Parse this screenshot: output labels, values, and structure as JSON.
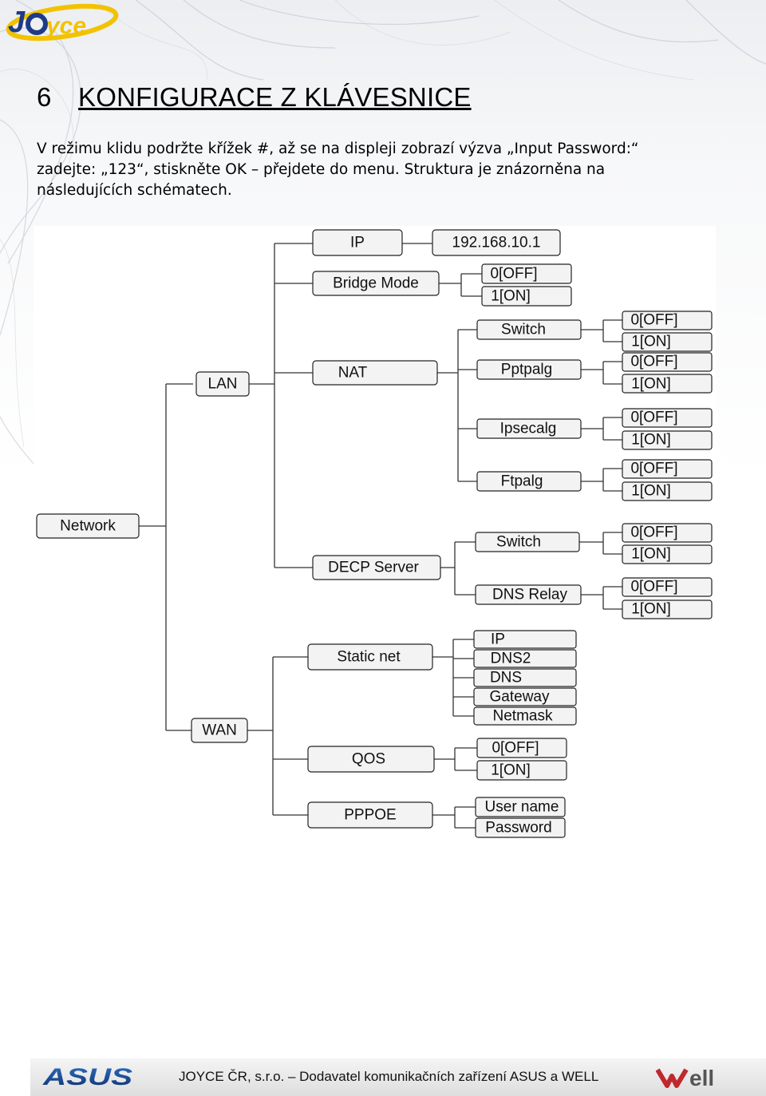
{
  "header": {
    "logo_text": "Joyce",
    "section_number": "6",
    "section_title": "KONFIGURACE Z KLÁVESNICE"
  },
  "intro": {
    "line1": "V režimu klidu podržte křížek #, až se na displeji zobrazí výzva „Input Password:“",
    "line2": "zadejte: „123“, stiskněte OK – přejdete do menu. Struktura je znázorněna na",
    "line3": "následujících schématech."
  },
  "diagram": {
    "root": "Network",
    "lan": "LAN",
    "wan": "WAN",
    "ip": "IP",
    "ip_value": "192.168.10.1",
    "bridge_mode": "Bridge Mode",
    "nat": "NAT",
    "decp_server": "DECP Server",
    "switch": "Switch",
    "pptpalg": "Pptpalg",
    "ipsecalg": "Ipsecalg",
    "ftpalg": "Ftpalg",
    "dns_relay": "DNS Relay",
    "off": "0[OFF]",
    "on": "1[ON]",
    "static_net": "Static net",
    "qos": "QOS",
    "pppoe": "PPPOE",
    "static_ip": "IP",
    "dns2": "DNS2",
    "dns": "DNS",
    "gateway": "Gateway",
    "netmask": "Netmask",
    "user_name": "User name",
    "password": "Password"
  },
  "footer": {
    "asus_logo": "ASUS",
    "text": "JOYCE ČR, s.r.o. – Dodavatel komunikačních zařízení ASUS a WELL",
    "well_logo": "Well",
    "well_brand_color": "#c0282d"
  }
}
